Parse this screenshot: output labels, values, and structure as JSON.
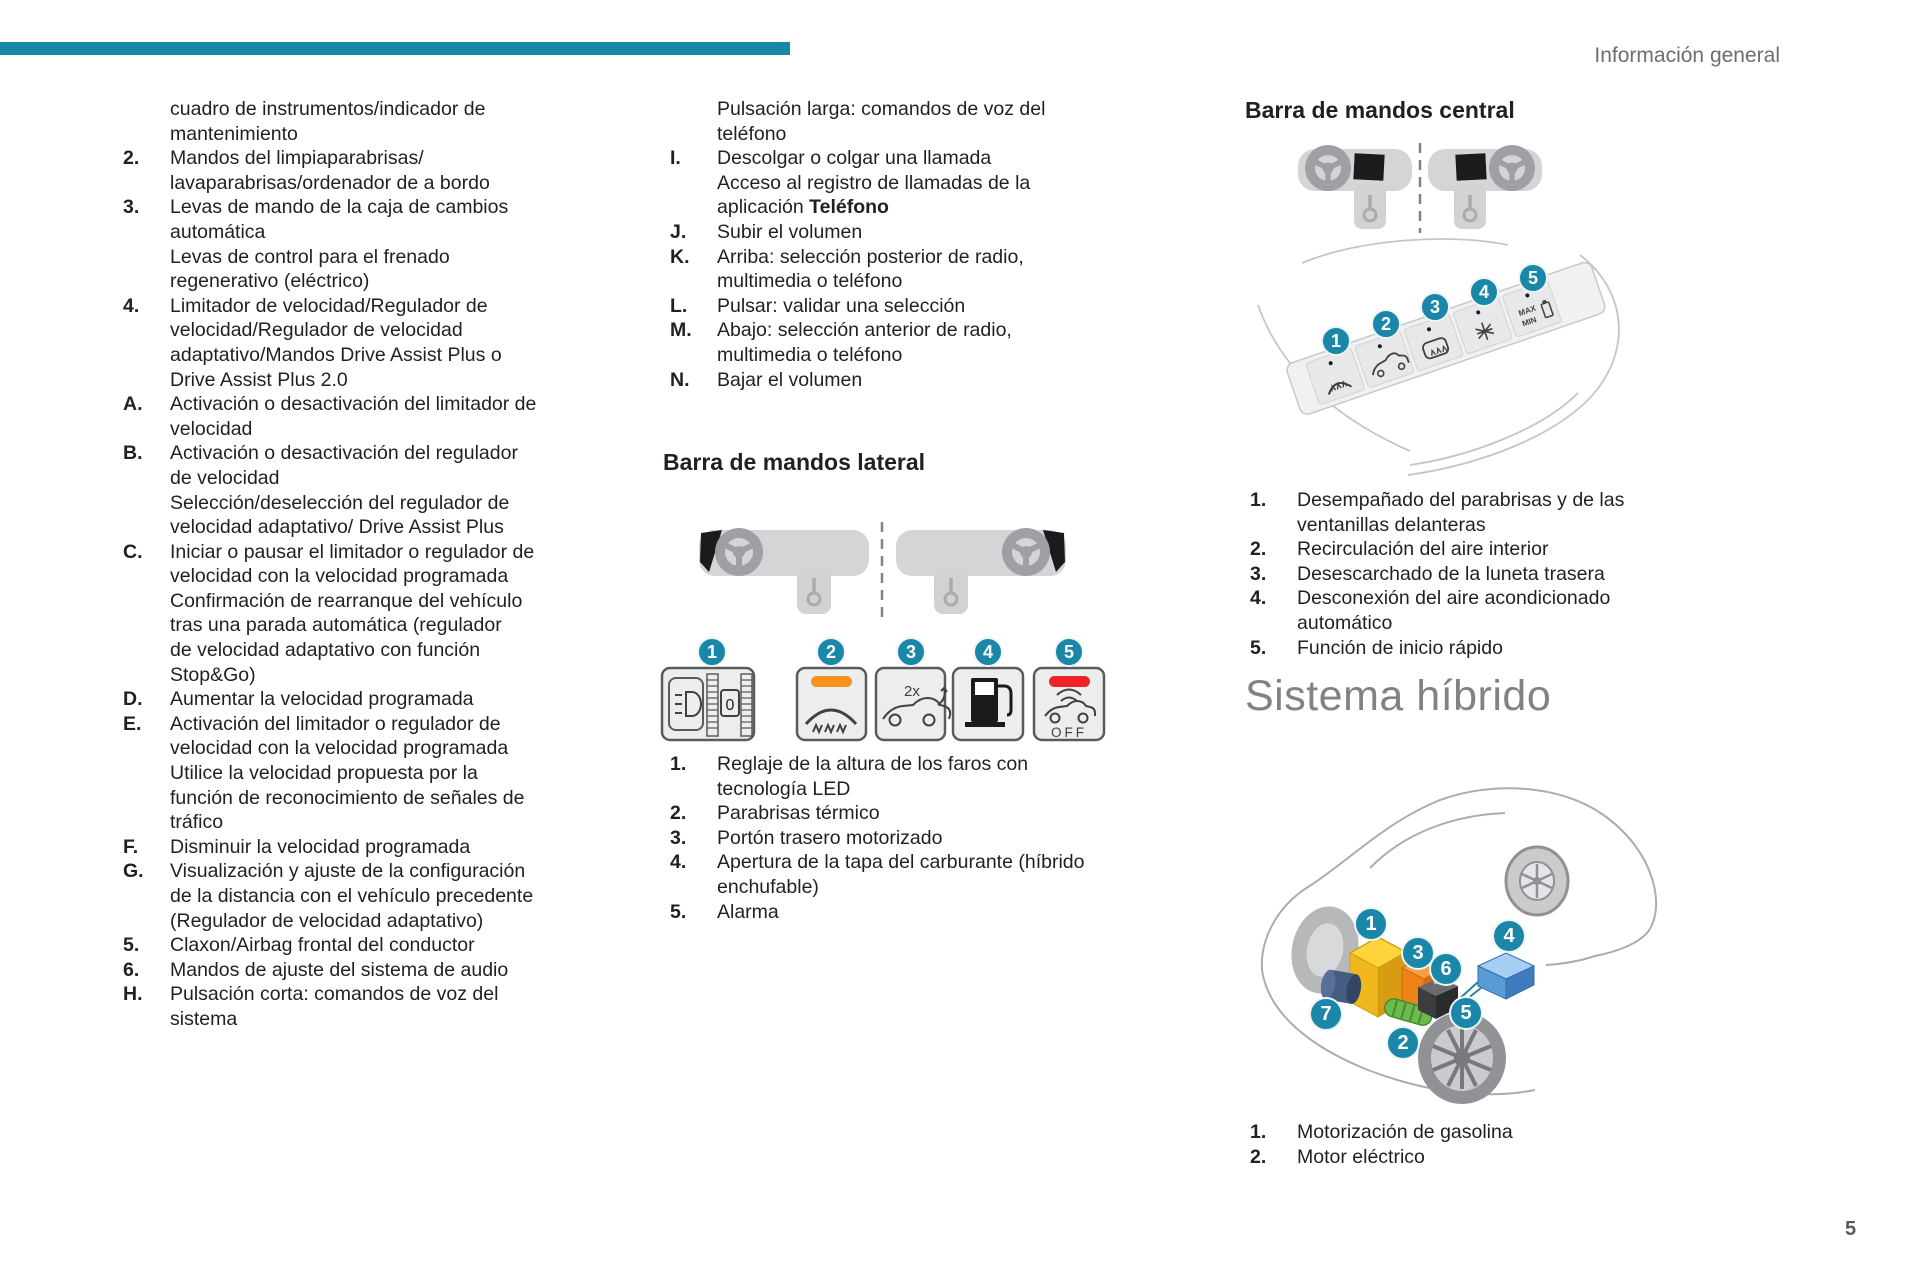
{
  "page": {
    "header_right": "Información general",
    "page_number": "5"
  },
  "colors": {
    "accent_teal": "#1787a6",
    "badge_teal": "#1b87a8",
    "heading_gray": "#808285",
    "header_gray": "#6d6e71",
    "body_text": "#231f20",
    "indicator_orange": "#f6921e",
    "indicator_red": "#ee2229"
  },
  "left_column": {
    "items": [
      {
        "label": "",
        "text": "cuadro de instrumentos/indicador de\nmantenimiento"
      },
      {
        "label": "2.",
        "text": "Mandos del limpiaparabrisas/\nlavaparabrisas/ordenador de a bordo"
      },
      {
        "label": "3.",
        "text": "Levas de mando de la caja de cambios\nautomática\nLevas de control para el frenado\nregenerativo (eléctrico)"
      },
      {
        "label": "4.",
        "text": "Limitador de velocidad/Regulador de\nvelocidad/Regulador de velocidad\nadaptativo/Mandos Drive Assist Plus o\nDrive Assist Plus 2.0"
      },
      {
        "label": "A.",
        "text": "Activación o desactivación del limitador de\nvelocidad"
      },
      {
        "label": "B.",
        "text": "Activación o desactivación del regulador\nde velocidad\nSelección/deselección del regulador de\nvelocidad adaptativo/ Drive Assist Plus"
      },
      {
        "label": "C.",
        "text": "Iniciar o pausar el limitador o regulador de\nvelocidad con la velocidad programada\nConfirmación de rearranque del vehículo\ntras una parada automática (regulador\nde velocidad adaptativo con función\nStop&Go)"
      },
      {
        "label": "D.",
        "text": "Aumentar la velocidad programada"
      },
      {
        "label": "E.",
        "text": "Activación del limitador o regulador de\nvelocidad con la velocidad programada\nUtilice la velocidad propuesta por la\nfunción de reconocimiento de señales de\ntráfico"
      },
      {
        "label": "F.",
        "text": "Disminuir la velocidad programada"
      },
      {
        "label": "G.",
        "text": "Visualización y ajuste de la configuración\nde la distancia con el vehículo precedente\n(Regulador de velocidad adaptativo)"
      },
      {
        "label": "5.",
        "text": "Claxon/Airbag frontal del conductor"
      },
      {
        "label": "6.",
        "text": "Mandos de ajuste del sistema de audio"
      },
      {
        "label": "H.",
        "text": "Pulsación corta: comandos de voz del\nsistema"
      }
    ]
  },
  "middle_column": {
    "items": [
      {
        "label": "",
        "text": "Pulsación larga: comandos de voz del\nteléfono"
      },
      {
        "label": "I.",
        "text_before": "Descolgar o colgar una llamada\nAcceso al registro de llamadas de la\naplicación ",
        "bold": "Teléfono"
      },
      {
        "label": "J.",
        "text": "Subir el volumen"
      },
      {
        "label": "K.",
        "text": "Arriba: selección posterior de radio,\nmultimedia o teléfono"
      },
      {
        "label": "L.",
        "text": "Pulsar: validar una selección"
      },
      {
        "label": "M.",
        "text": "Abajo: selección anterior de radio,\nmultimedia o teléfono"
      },
      {
        "label": "N.",
        "text": "Bajar el volumen"
      }
    ],
    "lateral_section": {
      "title": "Barra de mandos lateral",
      "badges": [
        "1",
        "2",
        "3",
        "4",
        "5"
      ],
      "icons": [
        "headlight-leveling",
        "heated-windshield",
        "motorized-tailgate",
        "fuel-filler-flap",
        "alarm-off"
      ],
      "glyph_texts": {
        "dial": "0",
        "double_press": "2x",
        "alarm_off": "OFF"
      },
      "items": [
        {
          "label": "1.",
          "text": "Reglaje de la altura de los faros con\ntecnología LED"
        },
        {
          "label": "2.",
          "text": "Parabrisas térmico"
        },
        {
          "label": "3.",
          "text": "Portón trasero motorizado"
        },
        {
          "label": "4.",
          "text": "Apertura de la tapa del carburante (híbrido\nenchufable)"
        },
        {
          "label": "5.",
          "text": "Alarma"
        }
      ]
    }
  },
  "right_column": {
    "central_section": {
      "title": "Barra de mandos central",
      "badges": [
        "1",
        "2",
        "3",
        "4",
        "5"
      ],
      "icons": [
        "windshield-defrost",
        "air-recirculation",
        "rear-window-defrost",
        "ac-auto-off",
        "quick-start"
      ],
      "glyph_texts": {
        "max": "MAX",
        "min": "MIN"
      },
      "items": [
        {
          "label": "1.",
          "text": "Desempañado del parabrisas y de las\nventanillas delanteras"
        },
        {
          "label": "2.",
          "text": "Recirculación del aire interior"
        },
        {
          "label": "3.",
          "text": "Desescarchado de la luneta trasera"
        },
        {
          "label": "4.",
          "text": "Desconexión del aire acondicionado\nautomático"
        },
        {
          "label": "5.",
          "text": "Función de inicio rápido"
        }
      ]
    },
    "hybrid_section": {
      "title": "Sistema híbrido",
      "badges": [
        "1",
        "2",
        "3",
        "4",
        "5",
        "6",
        "7"
      ],
      "items": [
        {
          "label": "1.",
          "text": "Motorización de gasolina"
        },
        {
          "label": "2.",
          "text": "Motor eléctrico"
        }
      ]
    }
  }
}
